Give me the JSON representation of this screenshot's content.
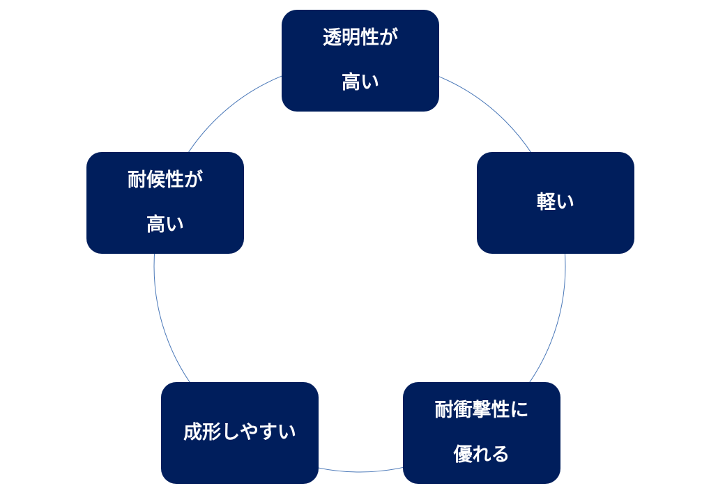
{
  "diagram": {
    "ring_color": "#4a78b8",
    "node_color": "#001e5c",
    "text_color": "#ffffff",
    "nodes": [
      {
        "id": "top",
        "lines": [
          "透明性が",
          "高い"
        ]
      },
      {
        "id": "right",
        "lines": [
          "軽い"
        ]
      },
      {
        "id": "bottom-right",
        "lines": [
          "耐衝撃性に",
          "優れる"
        ]
      },
      {
        "id": "bottom-left",
        "lines": [
          "成形しやすい"
        ]
      },
      {
        "id": "left",
        "lines": [
          "耐候性が",
          "高い"
        ]
      }
    ]
  }
}
